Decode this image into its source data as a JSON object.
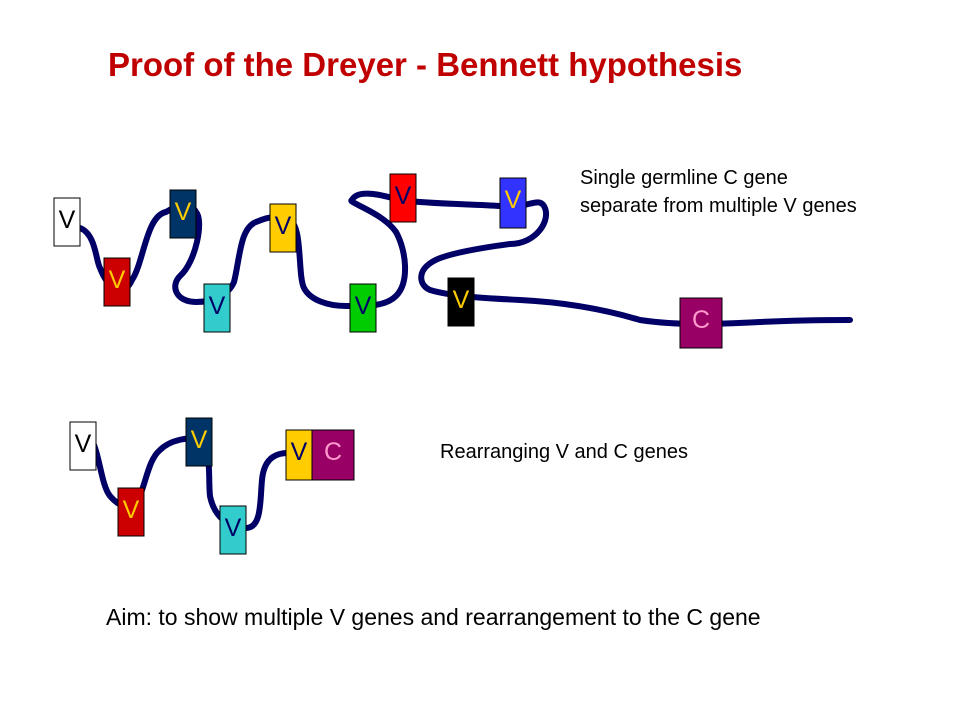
{
  "title": "Proof of the Dreyer - Bennett hypothesis",
  "germline_note": [
    "Single germline C gene",
    "separate from multiple V genes"
  ],
  "rearranged_note": "Rearranging V and C genes",
  "aim": "Aim: to show multiple V genes and rearrangement to the C gene",
  "germline_genes": [
    {
      "label": "V",
      "fill": "#ffffff",
      "text_color": "#000000"
    },
    {
      "label": "V",
      "fill": "#cc0000",
      "text_color": "#ffcc00"
    },
    {
      "label": "V",
      "fill": "#003366",
      "text_color": "#ffcc00"
    },
    {
      "label": "V",
      "fill": "#33cccc",
      "text_color": "#000066"
    },
    {
      "label": "V",
      "fill": "#ffcc00",
      "text_color": "#000066"
    },
    {
      "label": "V",
      "fill": "#00cc00",
      "text_color": "#000066"
    },
    {
      "label": "V",
      "fill": "#ff0000",
      "text_color": "#000066"
    },
    {
      "label": "V",
      "fill": "#3333ff",
      "text_color": "#ffcc00"
    },
    {
      "label": "V",
      "fill": "#000000",
      "text_color": "#ffcc00"
    },
    {
      "label": "C",
      "fill": "#990066",
      "text_color": "#ff99cc"
    }
  ],
  "rearranged_genes": [
    {
      "label": "V",
      "fill": "#ffffff",
      "text_color": "#000000"
    },
    {
      "label": "V",
      "fill": "#cc0000",
      "text_color": "#ffcc00"
    },
    {
      "label": "V",
      "fill": "#003366",
      "text_color": "#ffcc00"
    },
    {
      "label": "V",
      "fill": "#33cccc",
      "text_color": "#000066"
    },
    {
      "label": "V",
      "fill": "#ffcc00",
      "text_color": "#000066"
    },
    {
      "label": "C",
      "fill": "#990066",
      "text_color": "#ff99cc"
    }
  ],
  "dna_color": "#000066"
}
